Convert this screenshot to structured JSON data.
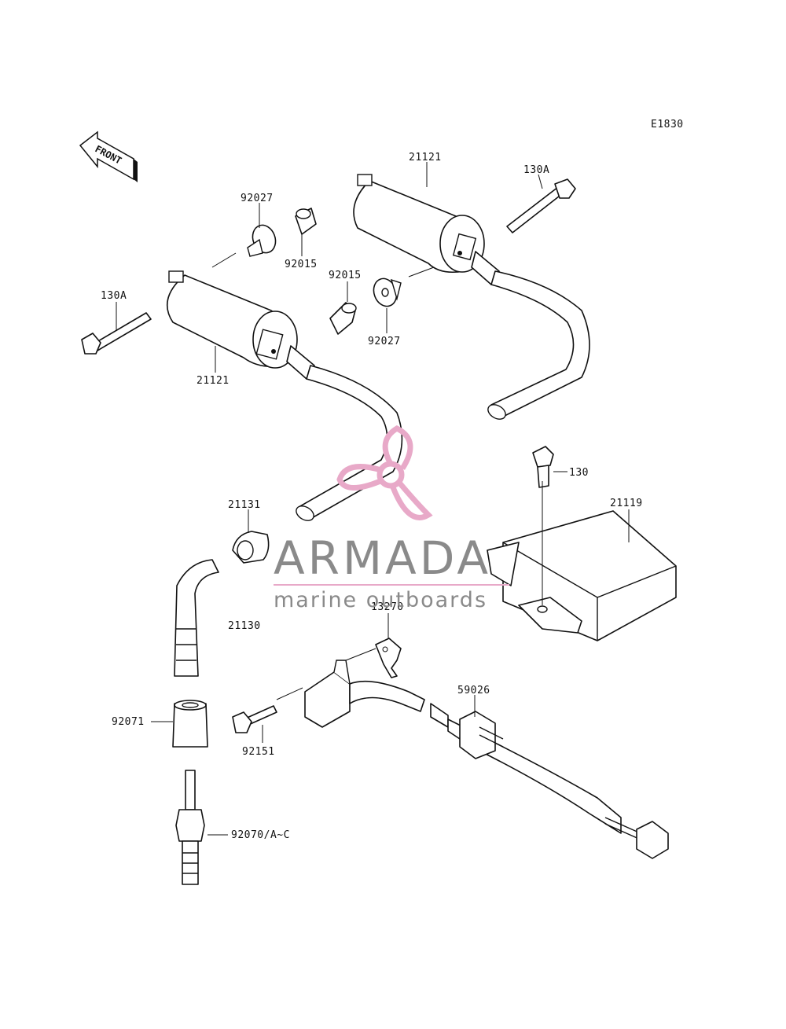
{
  "diagram_code": "E1830",
  "front_label": "FRONT",
  "watermark": {
    "title": "ARMADA",
    "subtitle": "marine outboards",
    "color": "#e8a9c8"
  },
  "parts": [
    {
      "id": "p_21121_top",
      "label": "21121"
    },
    {
      "id": "p_130A_top",
      "label": "130A"
    },
    {
      "id": "p_92027_left",
      "label": "92027"
    },
    {
      "id": "p_92015_left",
      "label": "92015"
    },
    {
      "id": "p_92015_mid",
      "label": "92015"
    },
    {
      "id": "p_92027_mid",
      "label": "92027"
    },
    {
      "id": "p_130A_left",
      "label": "130A"
    },
    {
      "id": "p_21121_left",
      "label": "21121"
    },
    {
      "id": "p_130",
      "label": "130"
    },
    {
      "id": "p_21119",
      "label": "21119"
    },
    {
      "id": "p_21131",
      "label": "21131"
    },
    {
      "id": "p_21130",
      "label": "21130"
    },
    {
      "id": "p_13270",
      "label": "13270"
    },
    {
      "id": "p_59026",
      "label": "59026"
    },
    {
      "id": "p_92071",
      "label": "92071"
    },
    {
      "id": "p_92151",
      "label": "92151"
    },
    {
      "id": "p_92070",
      "label": "92070/A~C"
    }
  ]
}
